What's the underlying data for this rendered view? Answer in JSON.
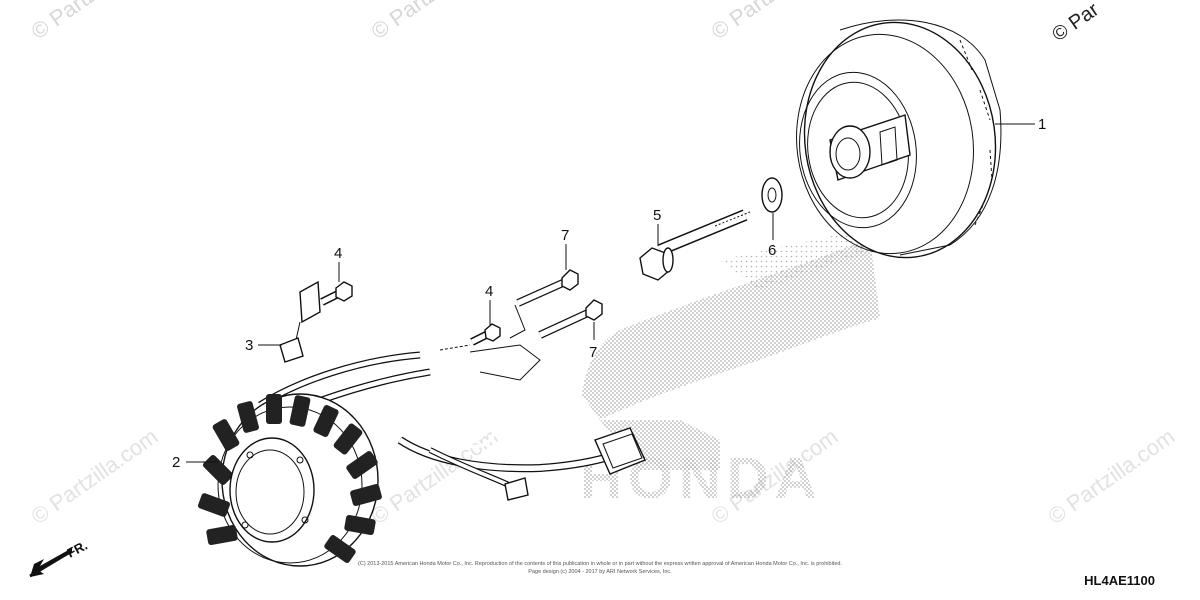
{
  "watermark": {
    "brand": "© Partzilla.com"
  },
  "corner_mark": "© Par",
  "diagram_code": "HL4AE1100",
  "front_label": "FR.",
  "copyright_lines": [
    "(C) 2013-2015 American Honda Motor Co., Inc. Reproduction of the contents of this publication in whole or in part without the express written approval of American Honda Motor Co., Inc. is prohibited.",
    "Page design (c) 2004 - 2017 by ARI Network Services, Inc."
  ],
  "callouts": {
    "c1": "1",
    "c2": "2",
    "c3": "3",
    "c4a": "4",
    "c4b": "4",
    "c5": "5",
    "c6": "6",
    "c7a": "7",
    "c7b": "7"
  },
  "logo_word": "HONDA"
}
